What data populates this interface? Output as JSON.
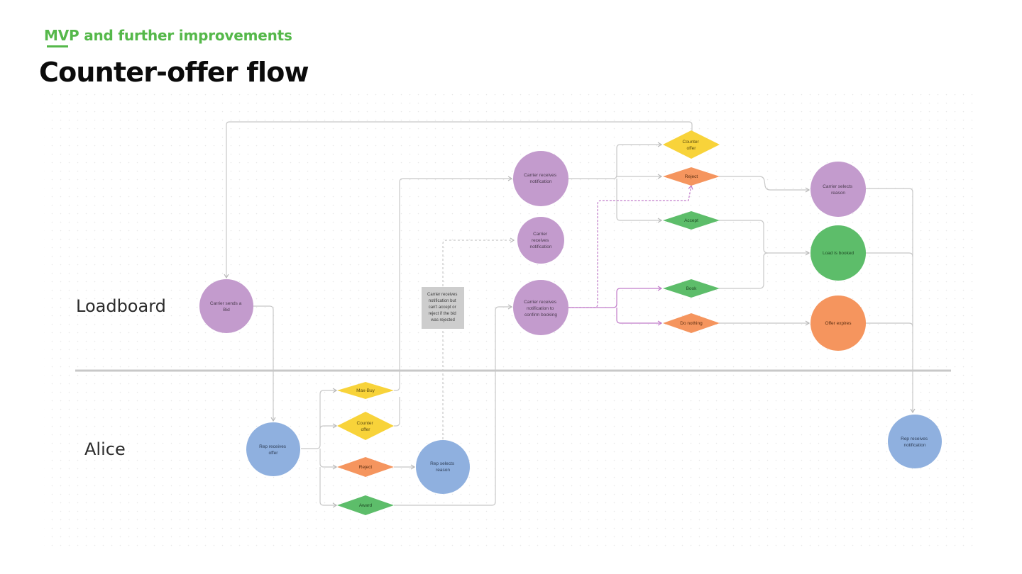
{
  "header": {
    "kicker": "MVP and further improvements",
    "title": "Counter-offer flow"
  },
  "lanes": {
    "loadboard": "Loadboard",
    "alice": "Alice"
  },
  "nodes": {
    "carrier_sends_bid": [
      "Carrier sends a",
      "Bid"
    ],
    "rep_receives_offer": [
      "Rep receives",
      "offer"
    ],
    "max_buy": [
      "Max-Buy"
    ],
    "counter_offer_alice": [
      "Counter",
      "offer"
    ],
    "reject_alice": [
      "Reject"
    ],
    "award": [
      "Award"
    ],
    "rep_selects_reason": [
      "Rep selects",
      "reason"
    ],
    "note": [
      "Carrier receives",
      "notification but",
      "can't accept or",
      "reject if the bid",
      "was rejected"
    ],
    "carrier_receives_notification": [
      "Carrier receives",
      "notification"
    ],
    "carrier_receives_notification_2": [
      "Carrier",
      "receives",
      "notification"
    ],
    "carrier_confirm_booking": [
      "Carrier receives",
      "notification to",
      "confirm booking"
    ],
    "counter_offer_top": [
      "Counter",
      "offer"
    ],
    "reject_top": [
      "Reject"
    ],
    "accept": [
      "Accept"
    ],
    "book": [
      "Book"
    ],
    "do_nothing": [
      "Do nothing"
    ],
    "carrier_selects_reason": [
      "Carrier selects",
      "reason"
    ],
    "load_is_booked": [
      "Load is booked"
    ],
    "offer_expires": [
      "Offer expires"
    ],
    "rep_receives_notification": [
      "Rep receives",
      "notification"
    ]
  },
  "colors": {
    "accent": "#55b84a",
    "purple": "#c39bcd",
    "blue": "#8fb0df",
    "green": "#5dbd6a",
    "orange": "#f5955e",
    "yellow": "#f8d33a",
    "note": "#cdcdcd",
    "edge": "#c8c8c8",
    "edge_purple": "#c17cc9",
    "lane_divider": "#c8c8c8"
  }
}
